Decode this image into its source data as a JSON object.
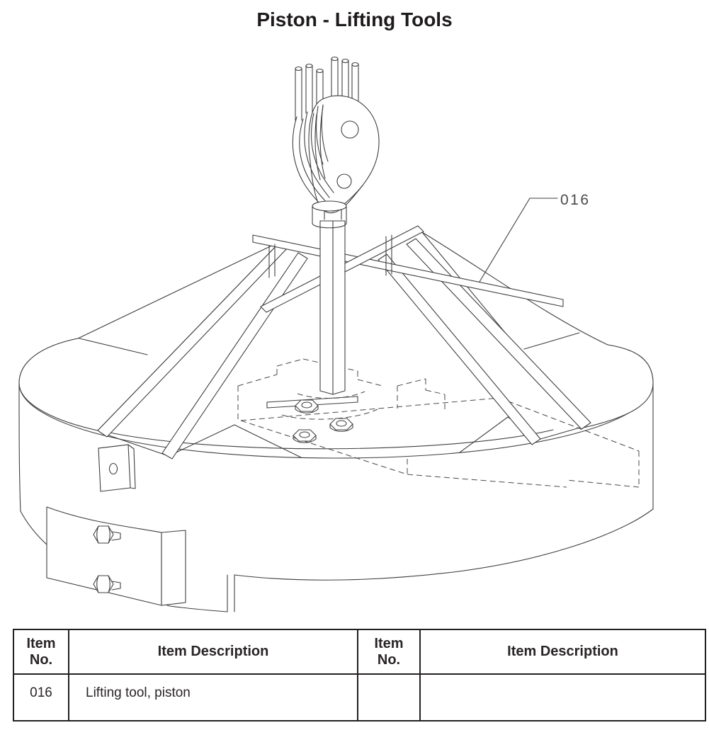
{
  "page": {
    "title": "Piston - Lifting Tools"
  },
  "diagram": {
    "callout_label": "016"
  },
  "table": {
    "headers": [
      "Item No.",
      "Item Description",
      "Item No.",
      "Item Description"
    ],
    "rows": [
      [
        "016",
        "Lifting tool, piston",
        "",
        ""
      ]
    ]
  },
  "colors": {
    "drawing_line": "#3f3f3f",
    "text": "#231f20",
    "table_border": "#242021",
    "callout_text": "#4b4b4b",
    "background": "#ffffff"
  }
}
